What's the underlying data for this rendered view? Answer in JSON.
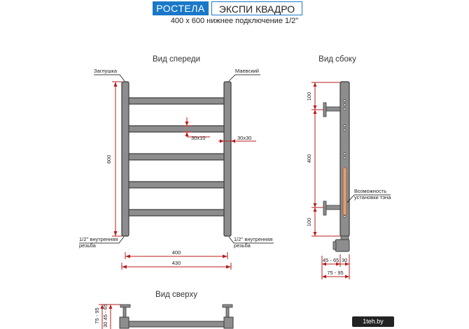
{
  "header": {
    "brand": "РОСТЕЛА",
    "model": "ЭКСПИ КВАДРО",
    "subtitle": "400 x 600 нижнее подключение 1/2\""
  },
  "front_view": {
    "title": "Вид спереди",
    "plug_label": "Заглушка",
    "mayevsky_label": "Маевский",
    "height_dim": "600",
    "bar_gap_dim": "30x10",
    "profile_dim": "30x30",
    "thread_left_line1": "1/2'' внутренняя",
    "thread_left_line2": "резьба",
    "thread_right_line1": "1/2'' внутренняя",
    "thread_right_line2": "резьба",
    "inner_width_dim": "400",
    "outer_width_dim": "430"
  },
  "side_view": {
    "title": "Вид сбоку",
    "dim_top": "100",
    "dim_mid": "400",
    "dim_bottom": "100",
    "heater_line1": "Возможность",
    "heater_line2": "установки тэна",
    "depth_dim_1": "45 - 65",
    "depth_dim_2": "30",
    "depth_dim_3": "75 - 95"
  },
  "top_view": {
    "title": "Вид сверху",
    "dim_a": "75 - 95",
    "dim_b": "30 45 - 65"
  },
  "watermark": "1teh.by",
  "colors": {
    "brand_blue": "#1978c8",
    "dimension_red": "#b71c1c",
    "pipe_gray": "#8d8d8d"
  }
}
